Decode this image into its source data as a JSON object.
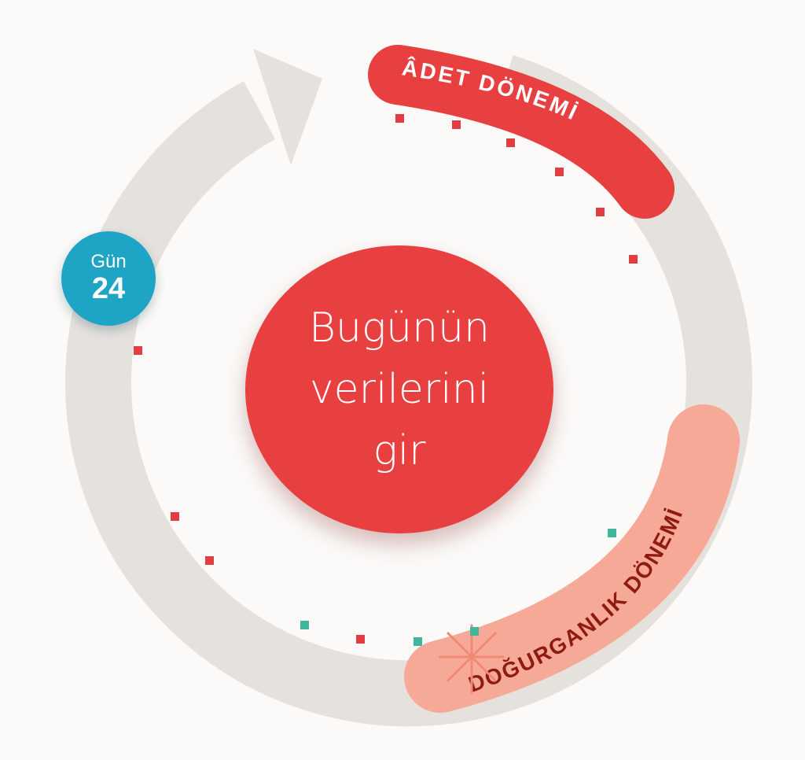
{
  "cycle": {
    "day_label": "Gün",
    "day_number": "24",
    "center_button_label": "Bugünün verilerini gir",
    "period_label": "ÂDET DÖNEMİ",
    "fertile_label": "DOĞURGANLIK DÖNEMİ",
    "current_day": 24,
    "colors": {
      "ring": "#e5e2de",
      "period": "#e83f40",
      "fertile": "#f7a997",
      "fertile_text": "#8e1b11",
      "badge": "#1ea4c4",
      "dot_red": "#e23d42",
      "dot_teal": "#40b79c"
    }
  }
}
